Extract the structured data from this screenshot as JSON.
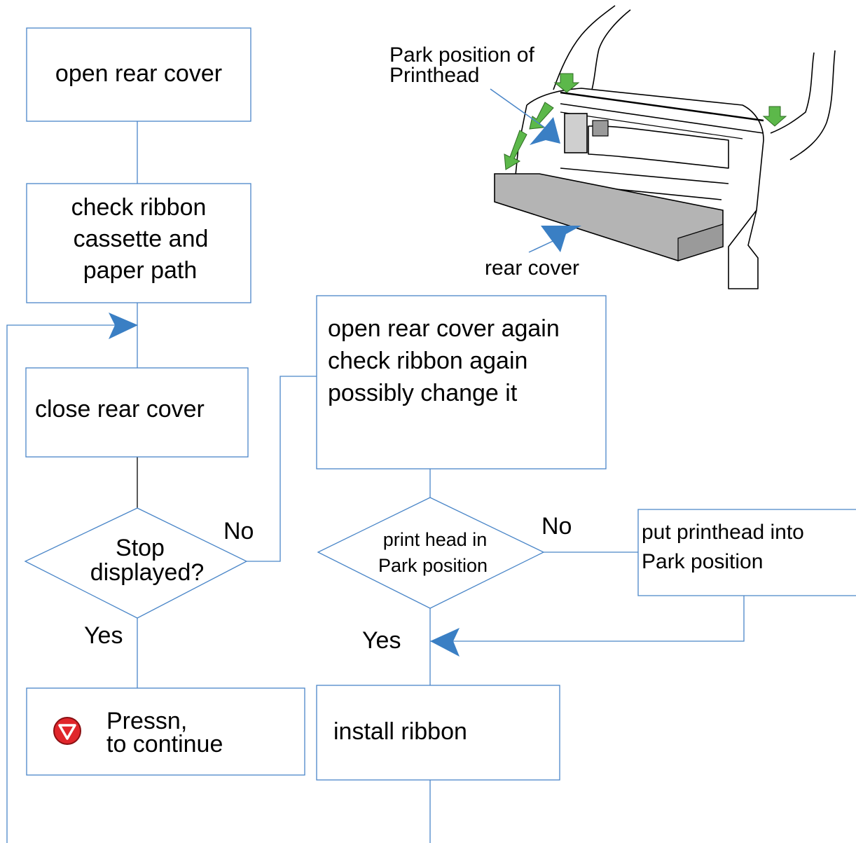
{
  "boxes": {
    "open_rear_cover": "open rear cover",
    "check_ribbon": [
      "check ribbon",
      "cassette and",
      "paper path"
    ],
    "close_rear_cover": "close rear cover",
    "press_continue": [
      "Pressn,",
      "to continue"
    ],
    "open_again": [
      "open rear cover again",
      "check ribbon again",
      "possibly change it"
    ],
    "put_printhead": [
      "put printhead into",
      "Park position"
    ],
    "install_ribbon": "install ribbon"
  },
  "decisions": {
    "stop_displayed": [
      "Stop",
      "displayed?"
    ],
    "print_head_park": [
      "print head in",
      "Park position"
    ]
  },
  "edge_labels": {
    "no1": "No",
    "yes1": "Yes",
    "no2": "No",
    "yes2": "Yes"
  },
  "illustration": {
    "park_label": [
      "Park position of",
      "Printhead"
    ],
    "rear_cover_label": "rear cover"
  },
  "icons": {
    "stop_button": "stop-button-icon"
  },
  "colors": {
    "connector": "#4a86c8",
    "arrowhead": "#3a7fc4",
    "stop_button": "#e0262b",
    "green_arrow": "#5cb84a",
    "rear_cover": "#b4b4b4"
  }
}
